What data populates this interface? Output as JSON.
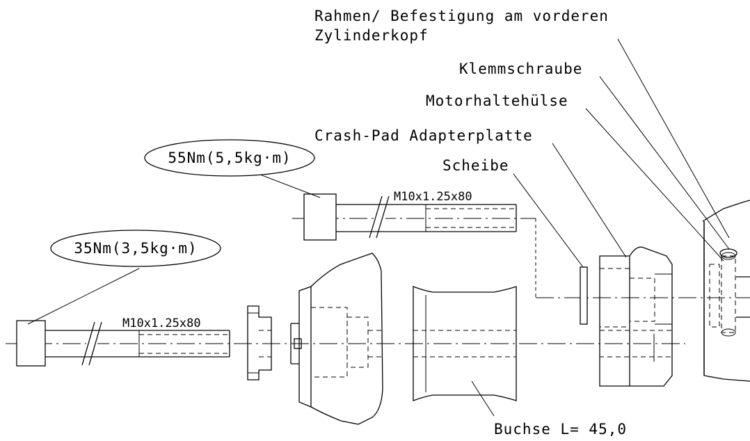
{
  "labels": {
    "frame_line1": "Rahmen/ Befestigung am vorderen",
    "frame_line2": "Zylinderkopf",
    "clamp_screw": "Klemmschraube",
    "engine_sleeve": "Motorhaltehülse",
    "adapter_plate": "Crash-Pad Adapterplatte",
    "washer": "Scheibe",
    "bushing": "Buchse L= 45,0",
    "torque_upper": "55Nm(5,5kg·m)",
    "torque_lower": "35Nm(3,5kg·m)",
    "bolt_upper_spec": "M10x1.25x80",
    "bolt_lower_spec": "M10x1.25x80"
  }
}
